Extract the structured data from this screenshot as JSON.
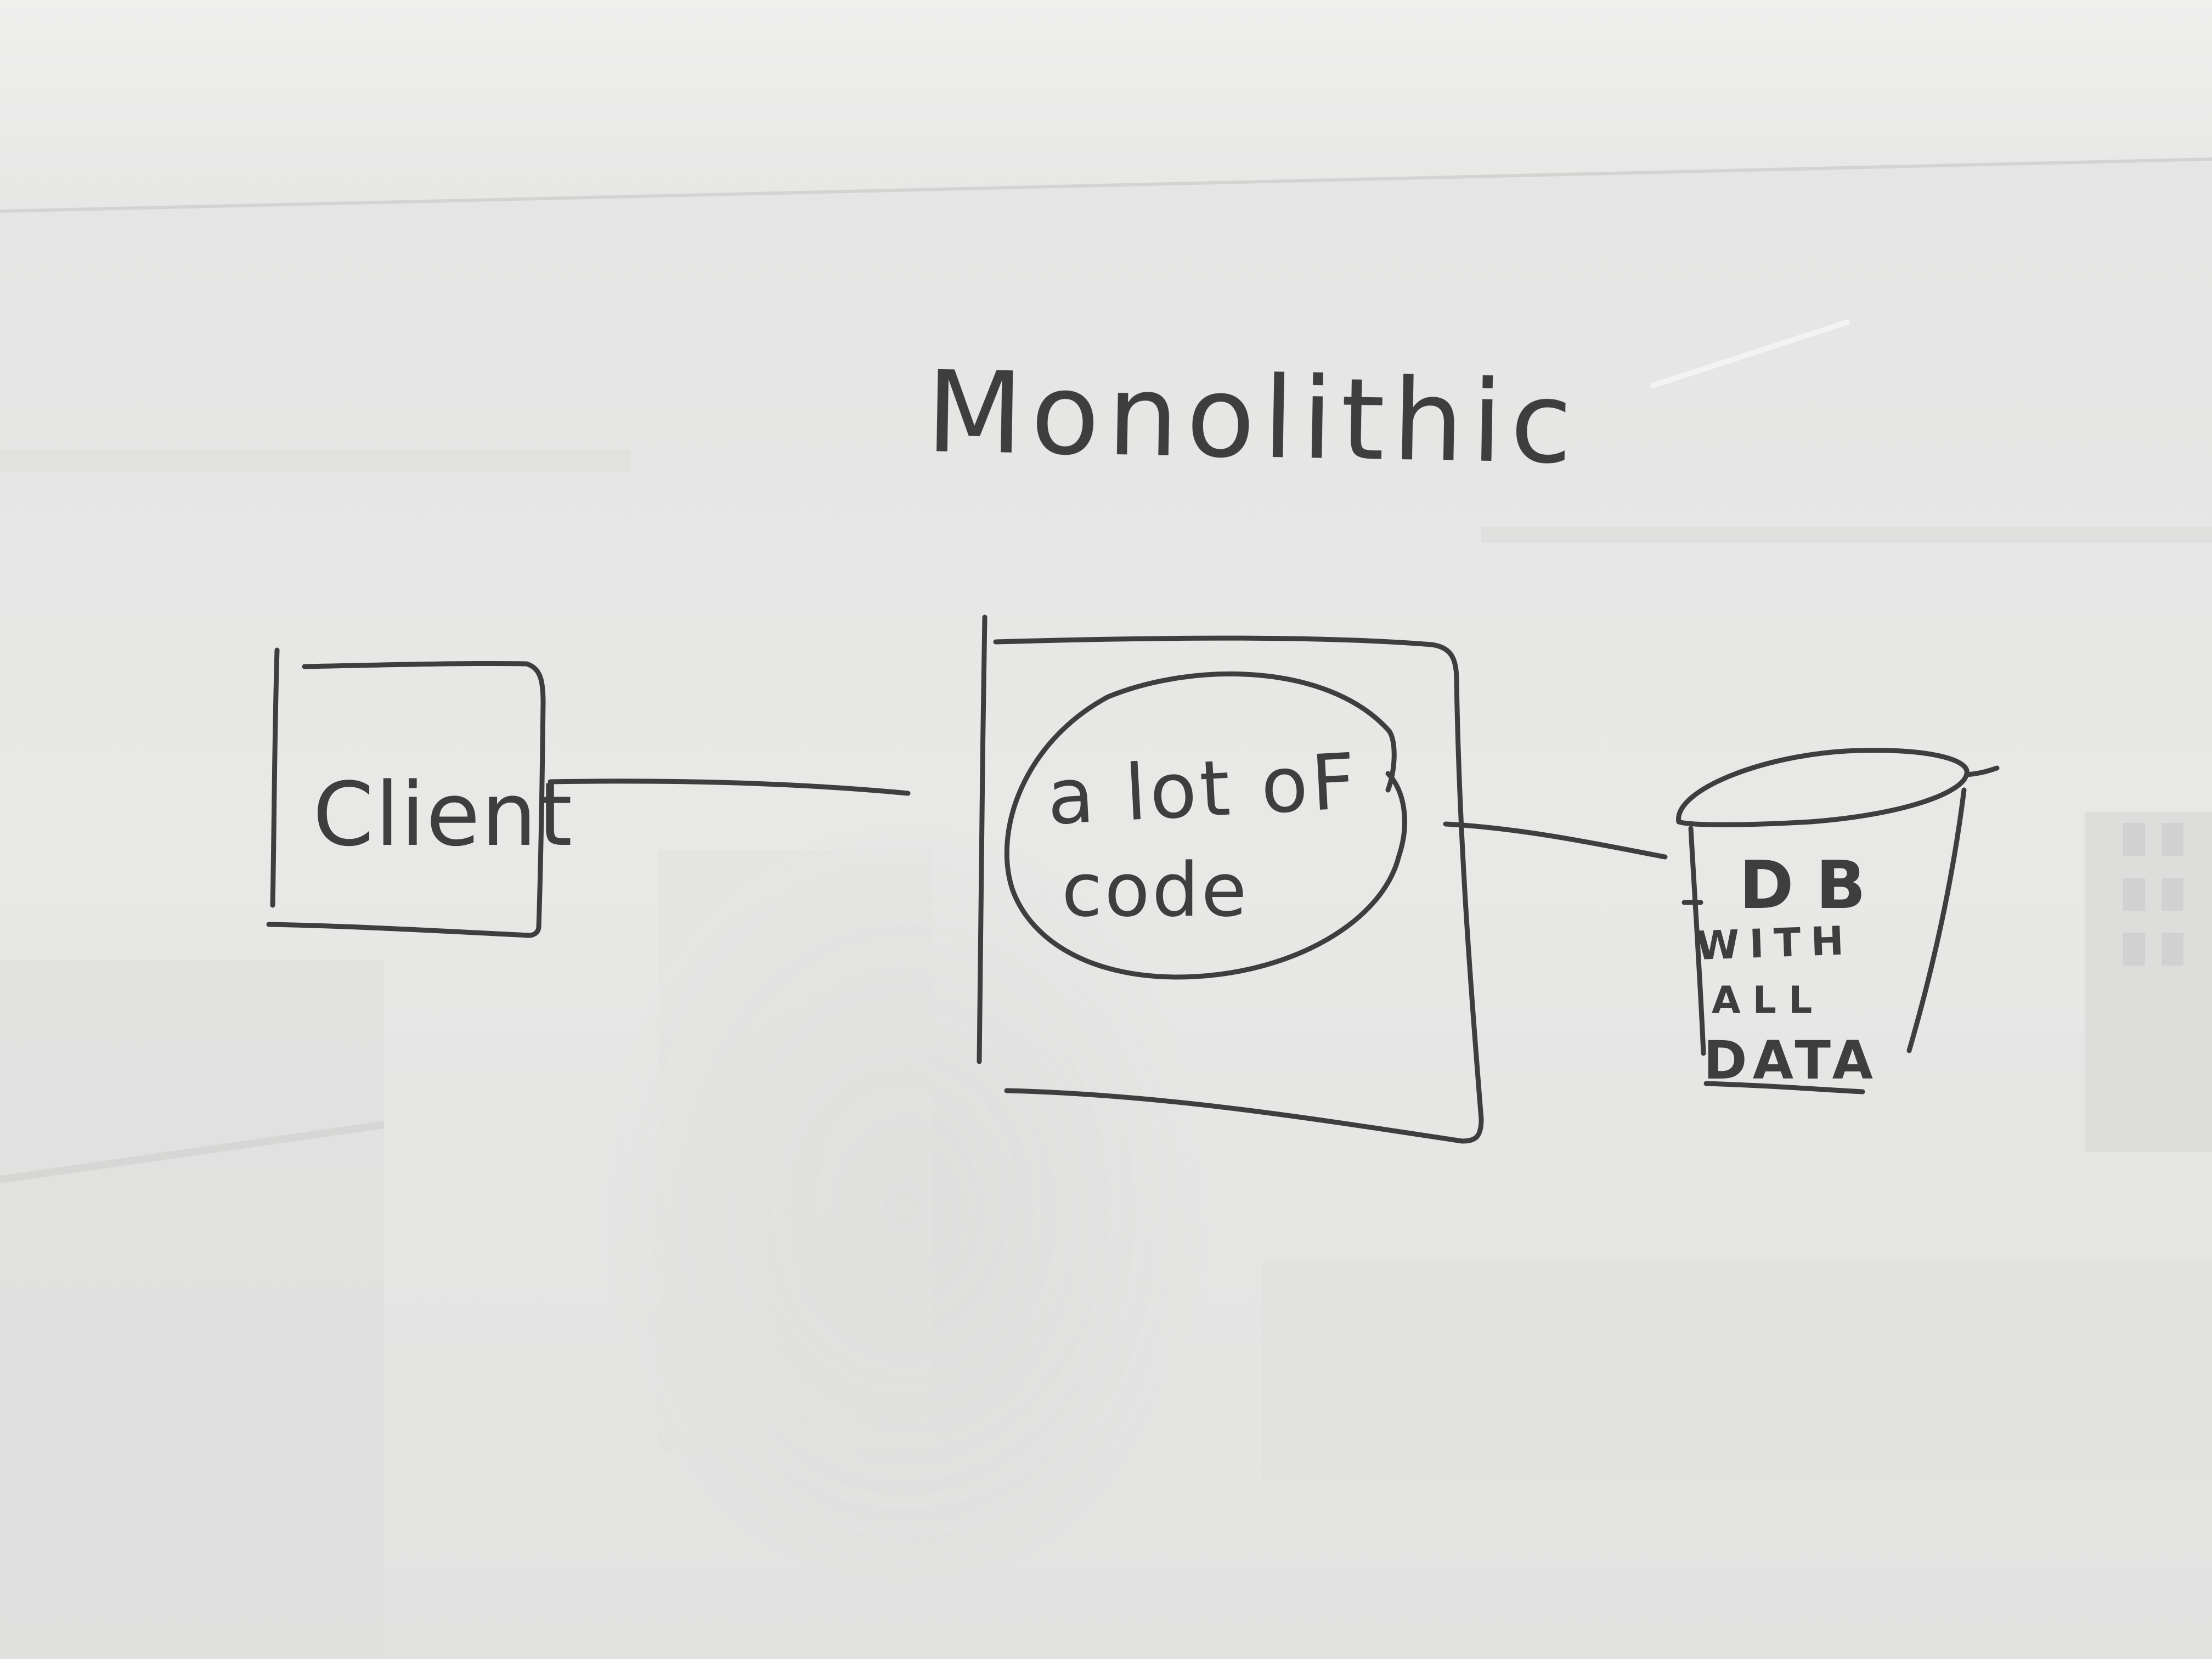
{
  "title": "Monolithic",
  "client_box": {
    "label": "Client"
  },
  "app_box": {
    "line1": "a lot oF",
    "line2": "code"
  },
  "database": {
    "line1": "DB",
    "line2": "WITH",
    "line3": "ALL",
    "line4": "DATA"
  },
  "colors": {
    "marker": "#3e3e3e",
    "whiteboard": "#ececea",
    "wall": "#efefee"
  }
}
